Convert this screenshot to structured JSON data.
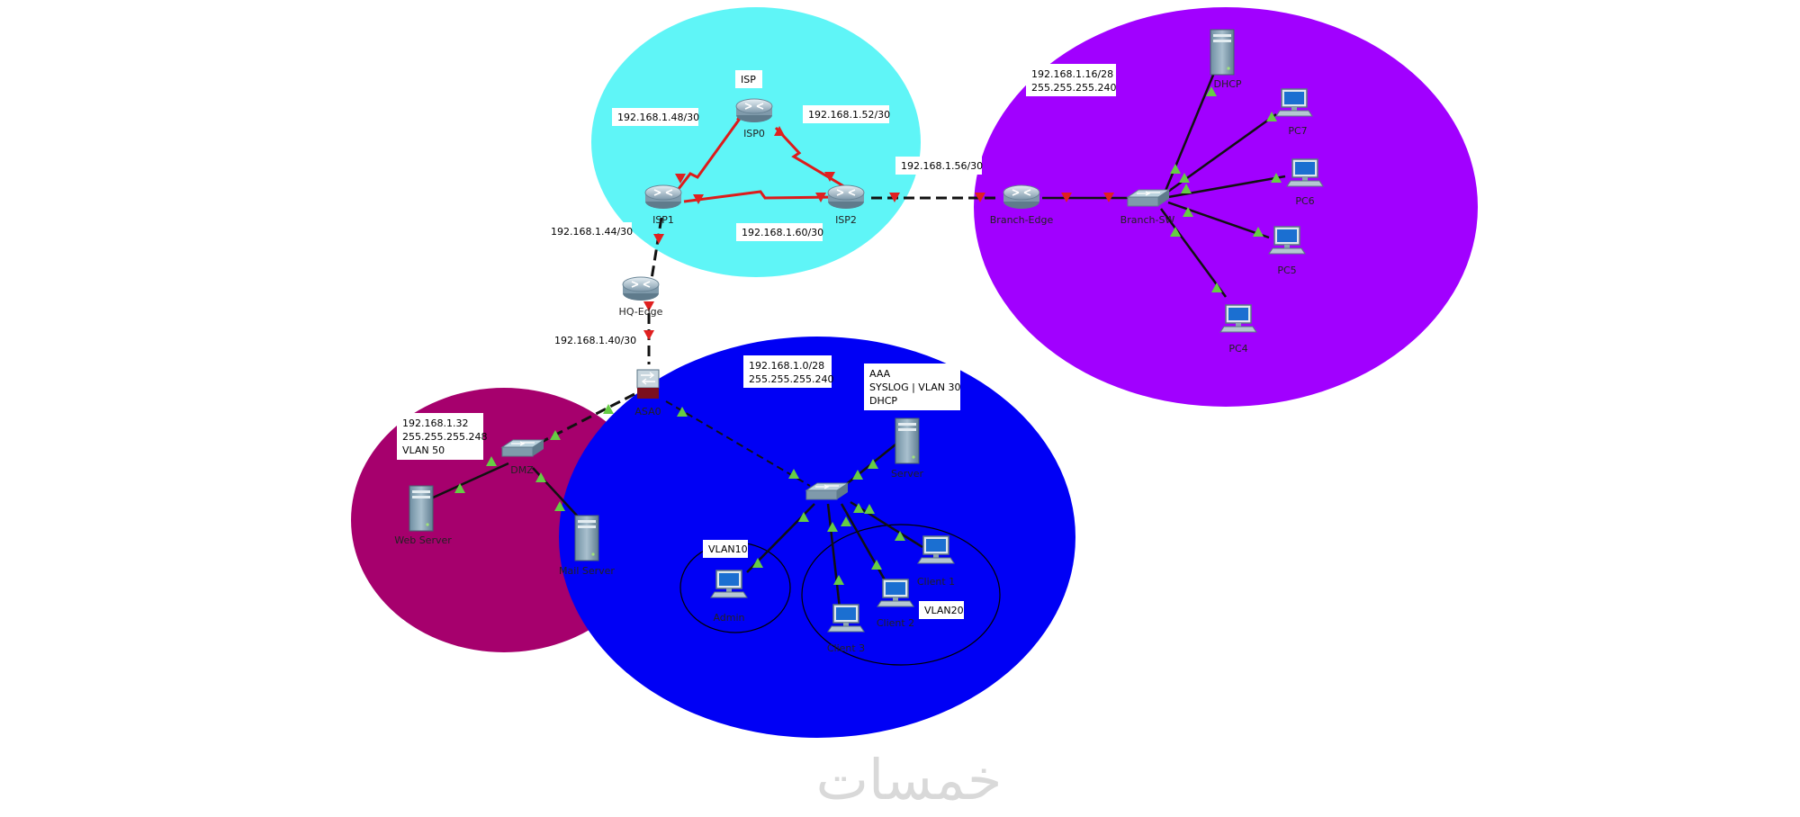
{
  "colors": {
    "isp_zone": "#5ff5f7",
    "branch_zone": "#a100ff",
    "dmz_zone": "#a6006d",
    "lan_zone": "#0000f5",
    "serial_link": "#dd1b1b",
    "ethernet_link": "#111111",
    "link_up": "#66cc44",
    "link_down": "#e02020"
  },
  "devices": {
    "isp0": "ISP0",
    "isp1": "ISP1",
    "isp2": "ISP2",
    "hq_edge": "HQ-Edge",
    "asa0": "ASA0",
    "branch_edge": "Branch-Edge",
    "branch_sw": "Branch-SW",
    "dhcp": "DHCP",
    "pc7": "PC7",
    "pc6": "PC6",
    "pc5": "PC5",
    "pc4": "PC4",
    "dmz": "DMZ",
    "web_server": "Web Server",
    "mail_server": "Mail Server",
    "server": "Server",
    "admin": "Admin",
    "client1": "Client 1",
    "client2": "Client 2",
    "client3": "Client 3"
  },
  "notes": {
    "isp": "ISP",
    "net_48": "192.168.1.48/30",
    "net_52": "192.168.1.52/30",
    "net_56": "192.168.1.56/30",
    "net_60": "192.168.1.60/30",
    "net_44": "192.168.1.44/30",
    "net_40": "192.168.1.40/30",
    "branch_lan": [
      "192.168.1.16/28",
      "255.255.255.240"
    ],
    "hq_lan": [
      "192.168.1.0/28",
      "255.255.255.240"
    ],
    "dmz_lan": [
      "192.168.1.32",
      "255.255.255.248",
      "VLAN 50"
    ],
    "server_roles": [
      "AAA",
      "SYSLOG | VLAN 30",
      "DHCP"
    ],
    "vlan10": "VLAN10",
    "vlan20": "VLAN20"
  },
  "watermark": "خمسات"
}
